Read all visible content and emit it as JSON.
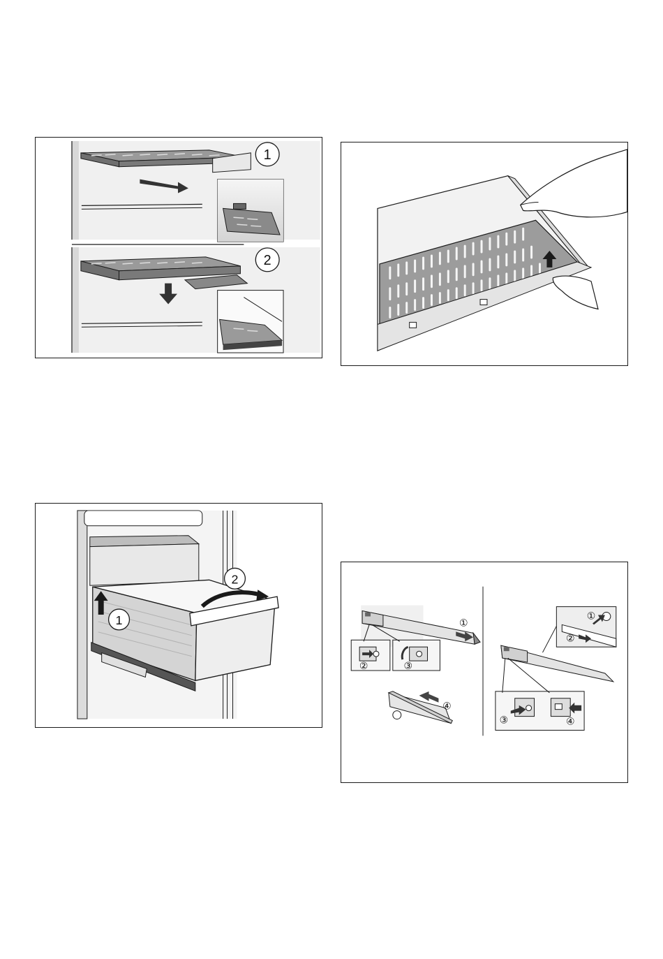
{
  "figures": {
    "shelf": {
      "step1": "1",
      "step2": "2"
    },
    "filter": {},
    "drawer": {
      "step1": "1",
      "step2": "2"
    },
    "rail": {
      "left_step1": "①",
      "left_step2": "②",
      "left_step3": "③",
      "left_step4": "④",
      "right_step1": "①",
      "right_step2": "②",
      "right_step3": "③",
      "right_step4": "④"
    }
  },
  "colors": {
    "line": "#1a1a1a",
    "shade_light": "#e6e6e6",
    "shade_mid": "#bdbdbd",
    "shade_dark": "#555555"
  }
}
